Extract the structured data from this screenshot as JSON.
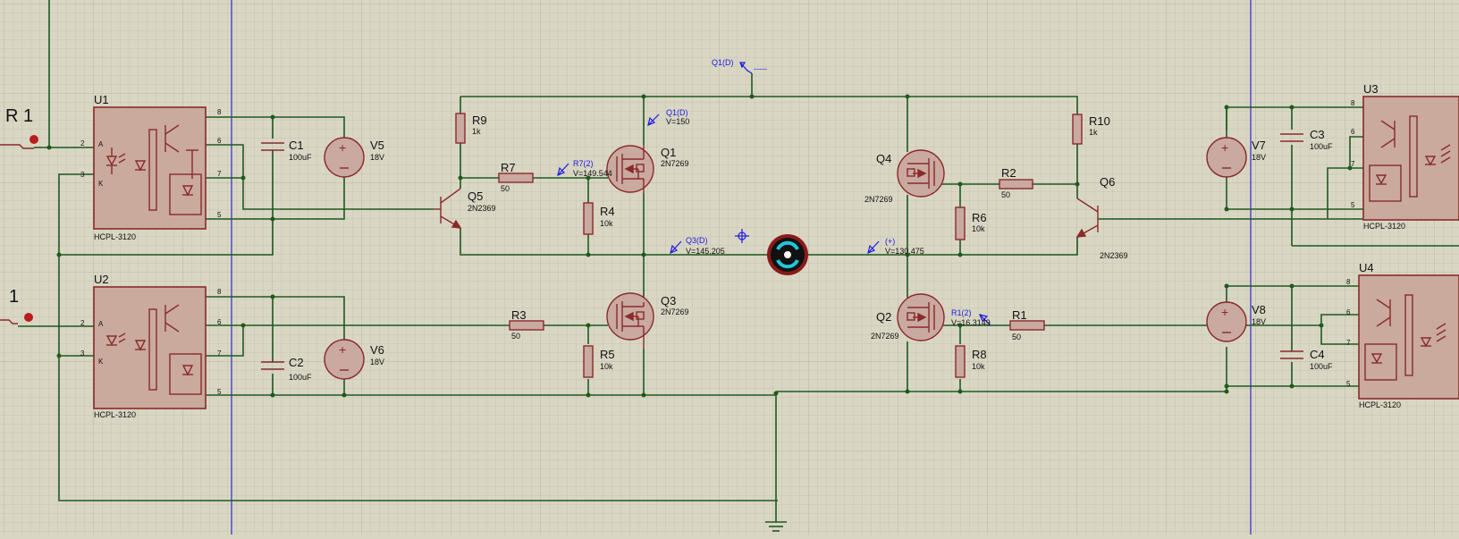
{
  "colors": {
    "background": "#d9d6c4",
    "grid": "#c6c3b0",
    "wire": "#1f5a1f",
    "component": "#8a2a2a",
    "component_fill": "#c9aa9c",
    "probe": "#1b1be0",
    "guide": "#2a2ad0"
  },
  "ports": {
    "left_top": "R 1",
    "left_bottom": "1"
  },
  "opto": {
    "u1": {
      "ref": "U1",
      "part": "HCPL-3120"
    },
    "u2": {
      "ref": "U2",
      "part": "HCPL-3120"
    },
    "u3": {
      "ref": "U3",
      "part": "HCPL-3120"
    },
    "u4": {
      "ref": "U4",
      "part": "HCPL-3120"
    },
    "pins": {
      "a": "A",
      "k": "K",
      "p2": "2",
      "p3": "3",
      "p5": "5",
      "p6": "6",
      "p7": "7",
      "p8": "8"
    }
  },
  "caps": {
    "c1": {
      "ref": "C1",
      "val": "100uF"
    },
    "c2": {
      "ref": "C2",
      "val": "100uF"
    },
    "c3": {
      "ref": "C3",
      "val": "100uF"
    },
    "c4": {
      "ref": "C4",
      "val": "100uF"
    }
  },
  "sources": {
    "v5": {
      "ref": "V5",
      "val": "18V"
    },
    "v6": {
      "ref": "V6",
      "val": "18V"
    },
    "v7": {
      "ref": "V7",
      "val": "18V"
    },
    "v8": {
      "ref": "V8",
      "val": "18V"
    }
  },
  "resistors": {
    "r1": {
      "ref": "R1",
      "val": "50"
    },
    "r2": {
      "ref": "R2",
      "val": "50"
    },
    "r3": {
      "ref": "R3",
      "val": "50"
    },
    "r4": {
      "ref": "R4",
      "val": "10k"
    },
    "r5": {
      "ref": "R5",
      "val": "10k"
    },
    "r6": {
      "ref": "R6",
      "val": "10k"
    },
    "r7": {
      "ref": "R7",
      "val": "50"
    },
    "r8": {
      "ref": "R8",
      "val": "10k"
    },
    "r9": {
      "ref": "R9",
      "val": "1k"
    },
    "r10": {
      "ref": "R10",
      "val": "1k"
    }
  },
  "mosfets": {
    "q1": {
      "ref": "Q1",
      "val": "2N7269"
    },
    "q2": {
      "ref": "Q2",
      "val": "2N7269"
    },
    "q3": {
      "ref": "Q3",
      "val": "2N7269"
    },
    "q4": {
      "ref": "Q4",
      "val": "2N7269"
    }
  },
  "bjts": {
    "q5": {
      "ref": "Q5",
      "val": "2N2369"
    },
    "q6": {
      "ref": "Q6",
      "val": "2N2369"
    }
  },
  "probes": {
    "q1d_top": {
      "name": "Q1(D)",
      "val": "-----"
    },
    "q1d": {
      "name": "Q1(D)",
      "val": "V=150"
    },
    "r7_2": {
      "name": "R7(2)",
      "val": "V=149.544"
    },
    "q3d": {
      "name": "Q3(D)",
      "val": "V=145.205"
    },
    "plus": {
      "name": "(+)",
      "val": "V=130.475"
    },
    "r1_2": {
      "name": "R1(2)",
      "val": "V=16.3149"
    }
  },
  "motor_icon": "motor-rotation-icon",
  "ground_icon": "ground-icon"
}
